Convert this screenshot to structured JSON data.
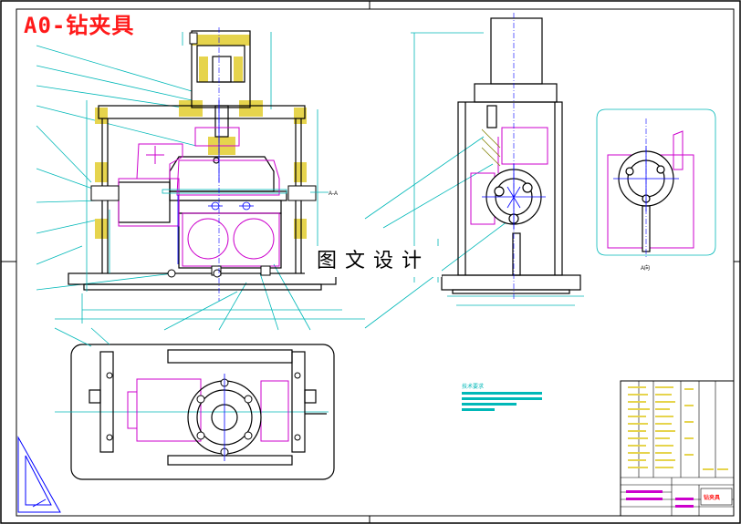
{
  "sheet_title": "A0-钻夹具",
  "watermark": "图文设计",
  "view_label_a": "A-A",
  "view_label_b": "A向",
  "tech_title": "技术要求",
  "title_block_red_label": "钻夹具",
  "colors": {
    "outline": "#000000",
    "part": "#cc00cc",
    "dimension": "#00b8b8",
    "highlight": "#e6d44d",
    "blue": "#0000ff",
    "red": "#ff1a1a",
    "hatch": "#808000"
  }
}
